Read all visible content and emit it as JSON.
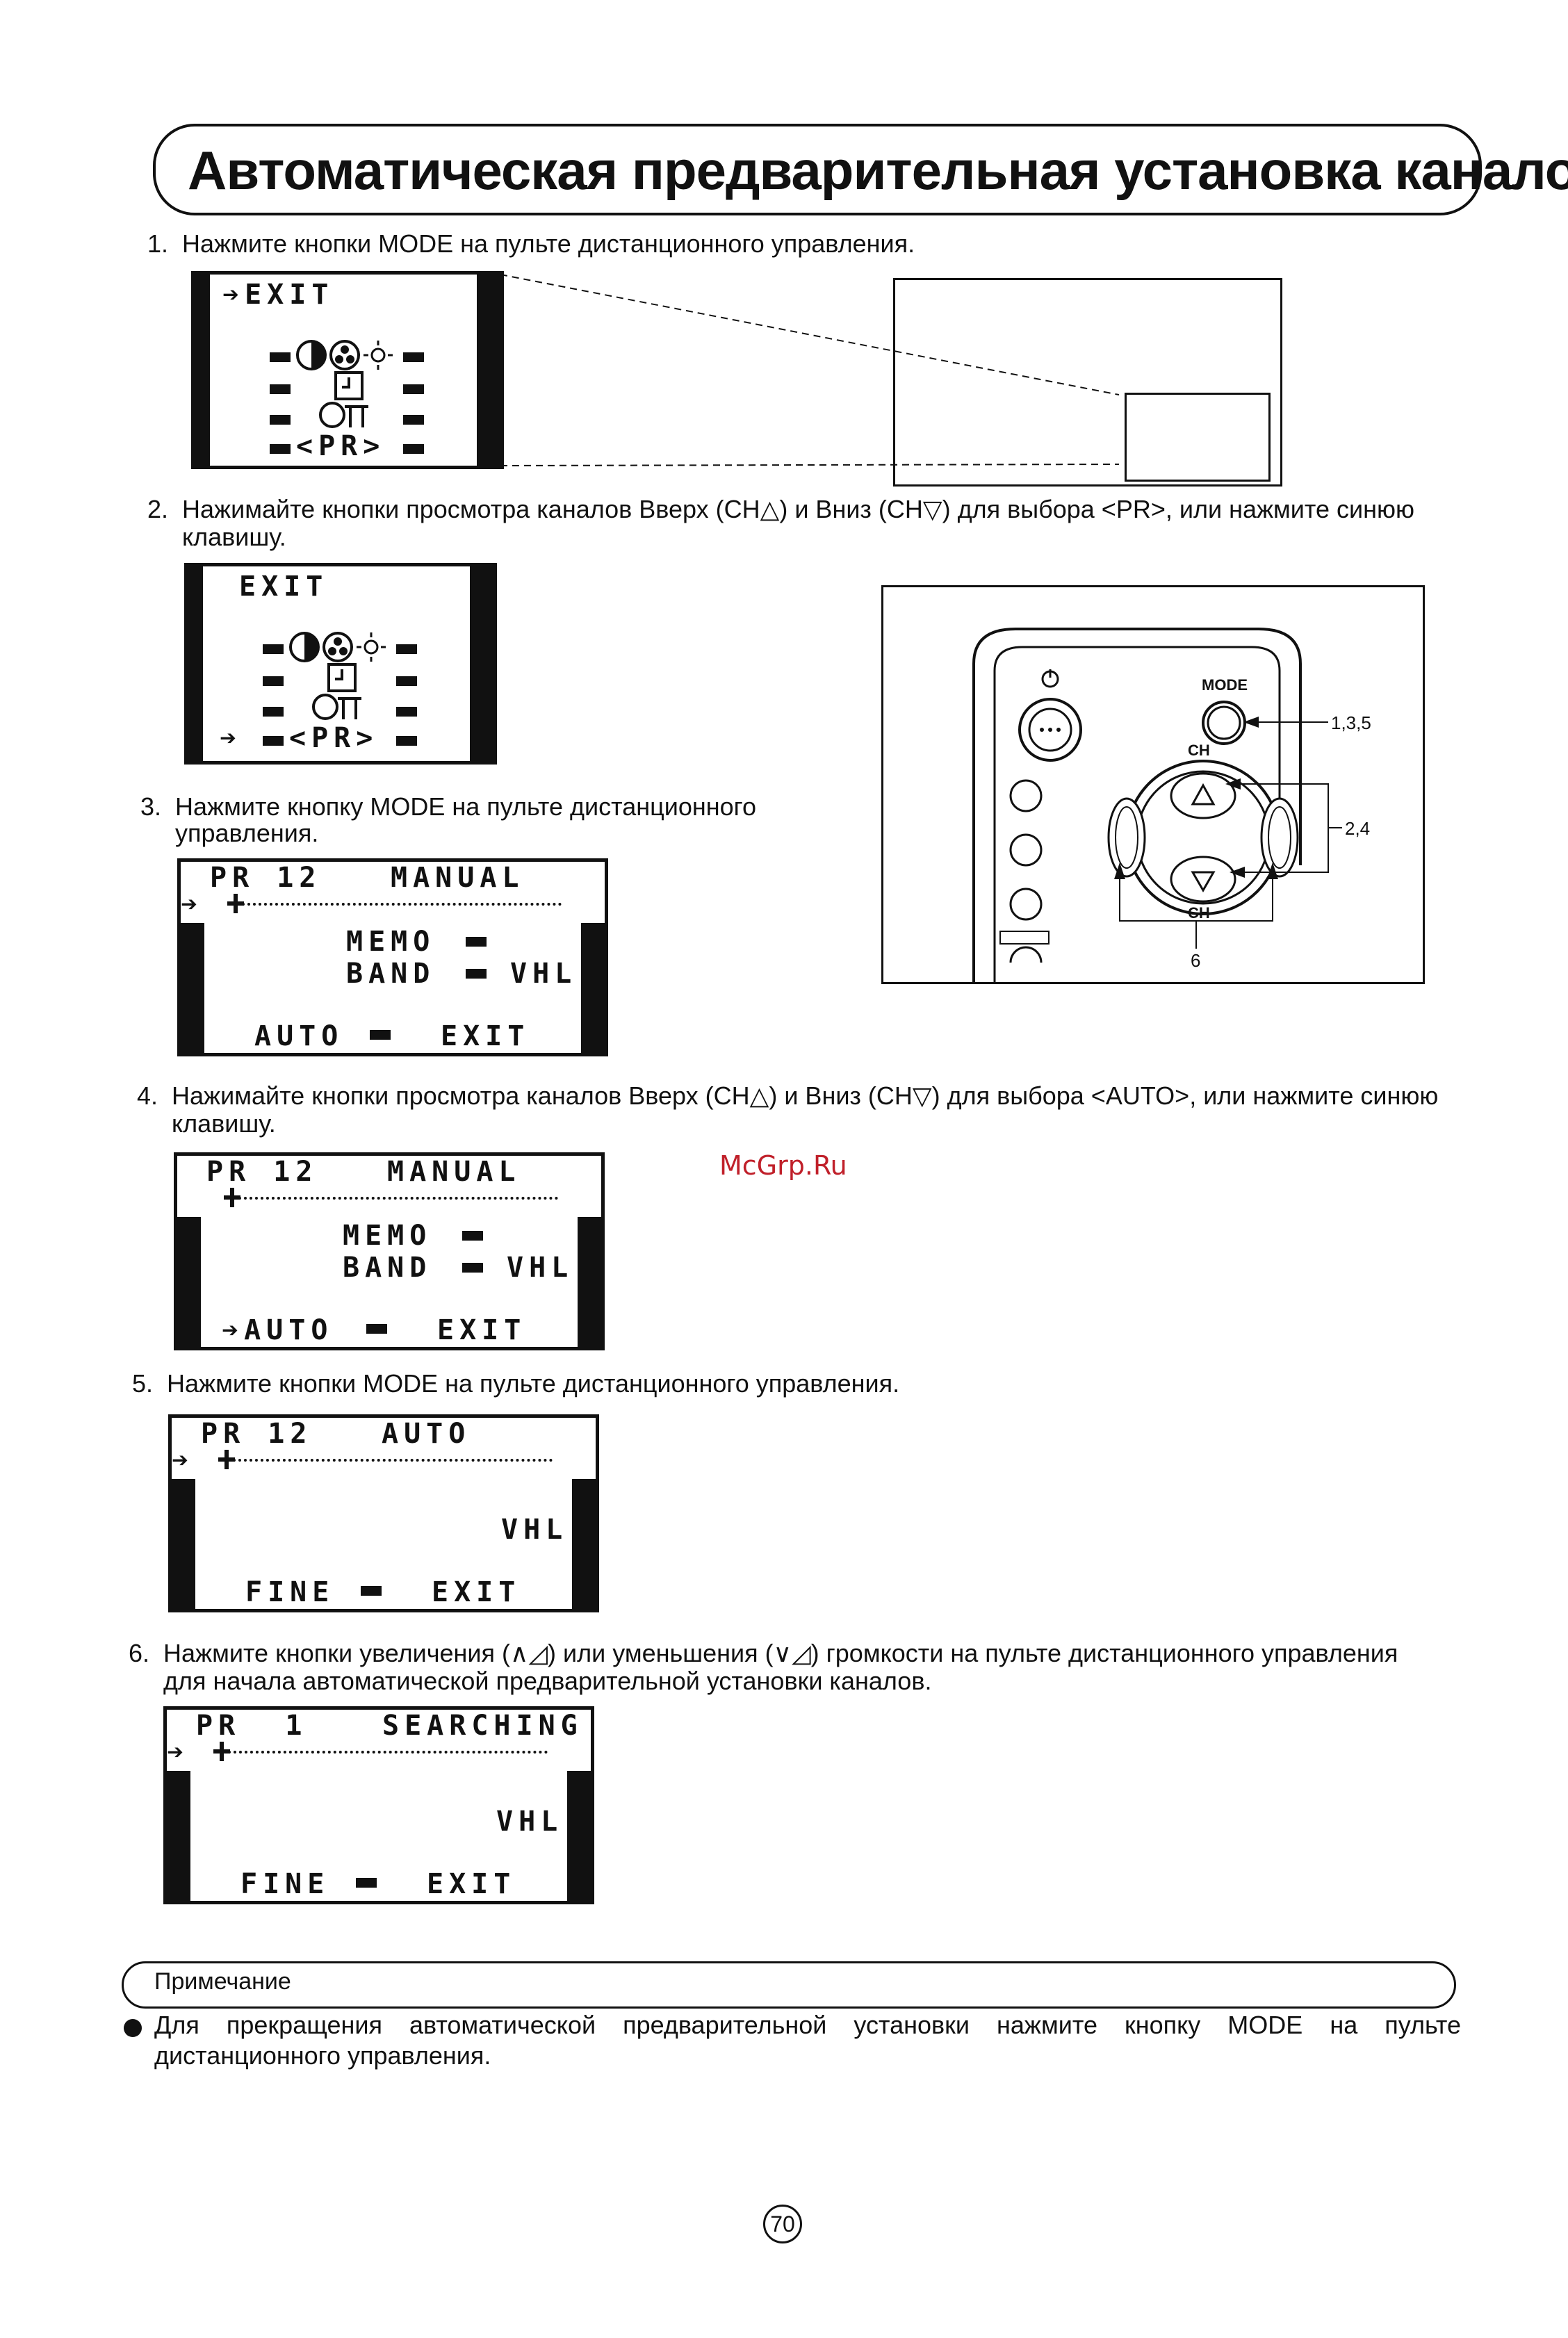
{
  "title": "Автоматическая предварительная установка каналов",
  "steps": [
    {
      "num": "1.",
      "text": "Нажмите кнопки MODE на пульте дистанционного управления."
    },
    {
      "num": "2.",
      "text": "Нажимайте кнопки просмотра каналов Вверх (CH△) и Вниз (CH▽) для выбора <PR>, или нажмите синюю",
      "text2": "клавишу."
    },
    {
      "num": "3.",
      "text": "Нажмите кнопку MODE на пульте дистанционного",
      "text2": "управления."
    },
    {
      "num": "4.",
      "text": "Нажимайте кнопки просмотра каналов Вверх (CH△) и Вниз (CH▽) для выбора <AUTO>, или нажмите синюю",
      "text2": "клавишу."
    },
    {
      "num": "5.",
      "text": "Нажмите кнопки MODE на пульте дистанционного управления."
    },
    {
      "num": "6.",
      "text": "Нажмите кнопки увеличения (∧◿) или уменьшения (∨◿) громкости на пульте дистанционного управления",
      "text2": "для начала автоматической предварительной установки каналов."
    }
  ],
  "menu1": {
    "exit": "EXIT",
    "pr": "<PR>",
    "arrow": "➔"
  },
  "menu2": {
    "exit": "EXIT",
    "pr": "<PR>",
    "arrow": "➔"
  },
  "osd3": {
    "pr": "PR",
    "ch": "12",
    "mode": "MANUAL",
    "memo": "MEMO",
    "band": "BAND",
    "band_val": "VHL",
    "auto": "AUTO",
    "exit": "EXIT",
    "arrow": "➔"
  },
  "osd4": {
    "pr": "PR",
    "ch": "12",
    "mode": "MANUAL",
    "memo": "MEMO",
    "band": "BAND",
    "band_val": "VHL",
    "auto": "AUTO",
    "exit": "EXIT",
    "arrow": "➔"
  },
  "osd5": {
    "pr": "PR",
    "ch": "12",
    "mode": "AUTO",
    "band_val": "VHL",
    "fine": "FINE",
    "exit": "EXIT",
    "arrow": "➔"
  },
  "osd6": {
    "pr": "PR",
    "ch": "1",
    "mode": "SEARCHING",
    "band_val": "VHL",
    "fine": "FINE",
    "exit": "EXIT",
    "arrow": "➔"
  },
  "remote": {
    "mode": "MODE",
    "ch_top": "CH",
    "ch_bottom": "CH",
    "label_135": "1,3,5",
    "label_24": "2,4",
    "label_6": "6"
  },
  "note": {
    "label": "Примечание",
    "text": "Для прекращения автоматической предварительной установки нажмите кнопку MODE на пульте дистанционного управления."
  },
  "watermark": "McGrp.Ru",
  "page": "70"
}
